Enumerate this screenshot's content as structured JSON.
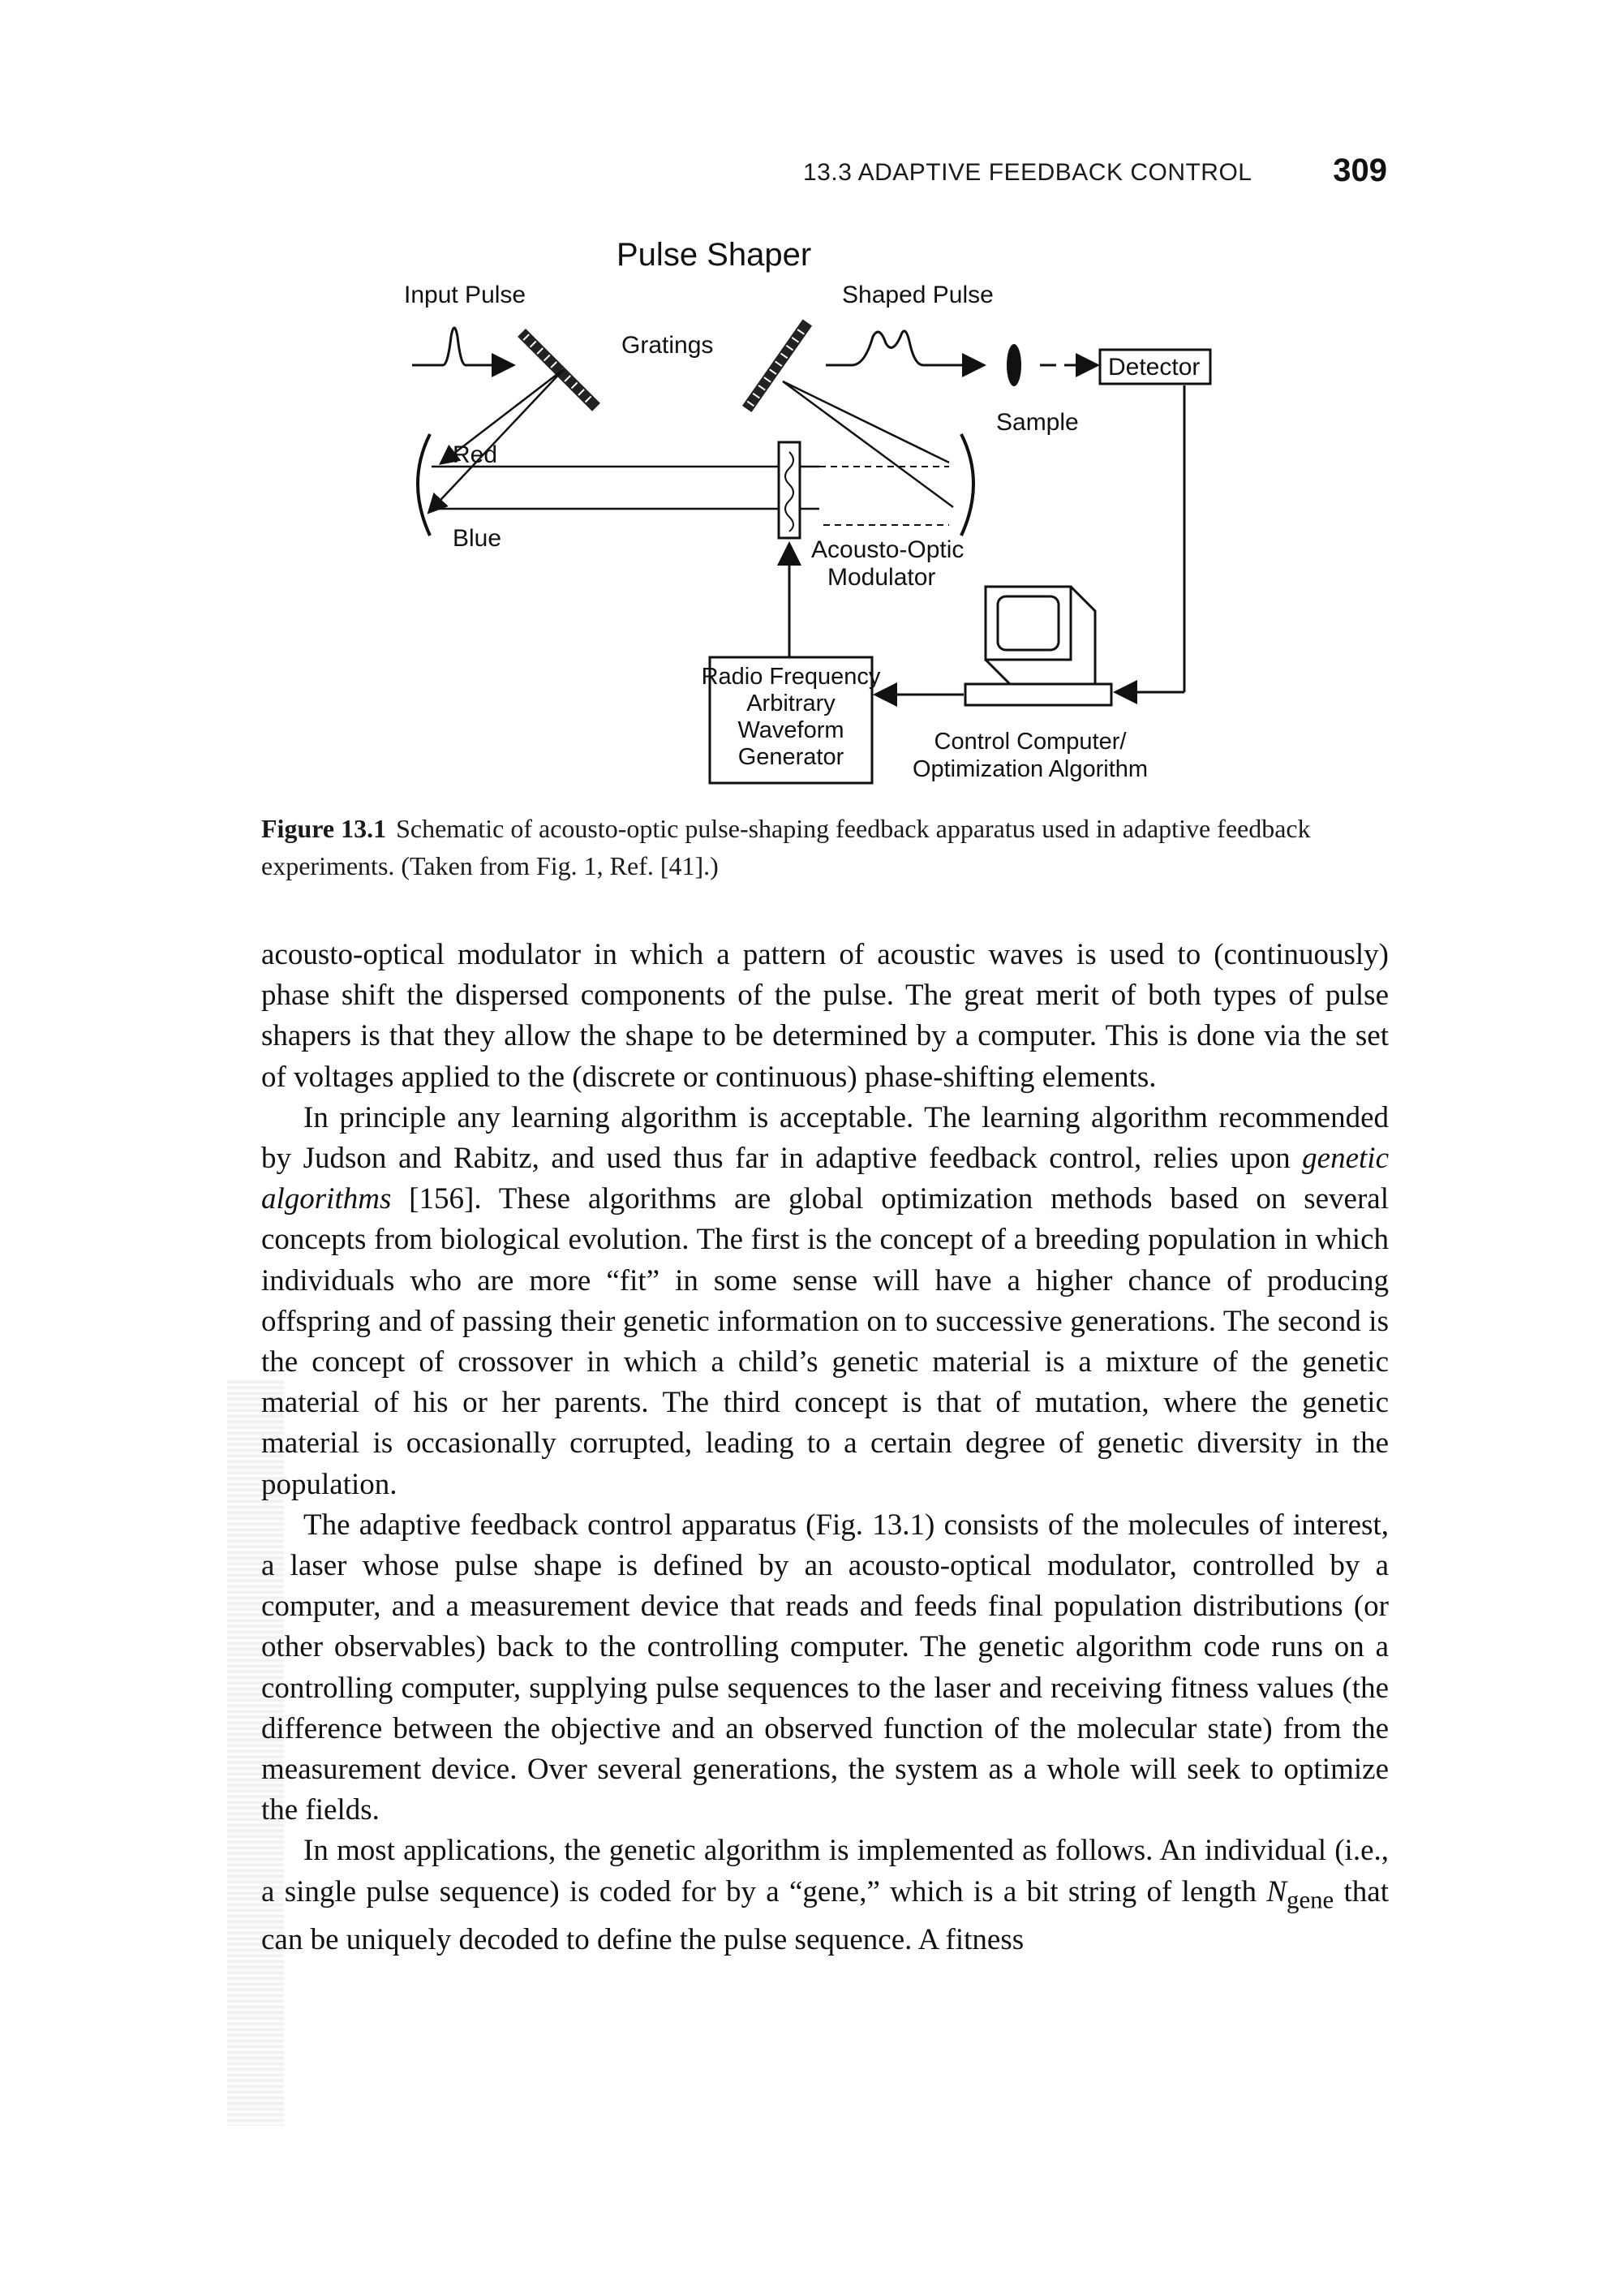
{
  "header": {
    "running_title": "13.3 ADAPTIVE FEEDBACK CONTROL",
    "page_number": "309"
  },
  "figure": {
    "title": "Pulse Shaper",
    "input_pulse": "Input Pulse",
    "shaped_pulse": "Shaped Pulse",
    "gratings": "Gratings",
    "red": "Red",
    "blue": "Blue",
    "sample": "Sample",
    "detector": "Detector",
    "aom_line1": "Acousto-Optic",
    "aom_line2": "Modulator",
    "rf_line1": "Radio Frequency",
    "rf_line2": "Arbitrary",
    "rf_line3": "Waveform",
    "rf_line4": "Generator",
    "computer_line1": "Control Computer/",
    "computer_line2": "Optimization Algorithm"
  },
  "caption": {
    "label": "Figure 13.1",
    "text": "Schematic of acousto-optic pulse-shaping feedback apparatus used in adaptive feedback experiments. (Taken from Fig. 1, Ref. [41].)"
  },
  "body": {
    "p1": "acousto-optical modulator in which a pattern of acoustic waves is used to (continuously) phase shift the dispersed components of the pulse. The great merit of both types of pulse shapers is that they allow the shape to be determined by a computer. This is done via the set of voltages applied to the (discrete or continuous) phase-shifting elements.",
    "p2_a": "In principle any learning algorithm is acceptable. The learning algorithm recommended by Judson and Rabitz, and used thus far in adaptive feedback control, relies upon ",
    "p2_em": "genetic algorithms",
    "p2_b": " [156]. These algorithms are global optimization methods based on several concepts from biological evolution. The first is the concept of a breeding population in which individuals who are more “fit” in some sense will have a higher chance of producing offspring and of passing their genetic information on to successive generations. The second is the concept of crossover in which a child’s genetic material is a mixture of the genetic material of his or her parents. The third concept is that of mutation, where the genetic material is occasionally corrupted, leading to a certain degree of genetic diversity in the population.",
    "p3": "The adaptive feedback control apparatus (Fig. 13.1) consists of the molecules of interest, a laser whose pulse shape is defined by an acousto-optical modulator, controlled by a computer, and a measurement device that reads and feeds final population distributions (or other observables) back to the controlling computer. The genetic algorithm code runs on a controlling computer, supplying pulse sequences to the laser and receiving fitness values (the difference between the objective and an observed function of the molecular state) from the measurement device. Over several generations, the system as a whole will seek to optimize the fields.",
    "p4_a": "In most applications, the genetic algorithm is implemented as follows. An individual (i.e., a single pulse sequence) is coded for by a “gene,” which is a bit string of length ",
    "p4_sym": "N",
    "p4_sub": "gene",
    "p4_b": " that can be uniquely decoded to define the pulse sequence. A fitness"
  }
}
